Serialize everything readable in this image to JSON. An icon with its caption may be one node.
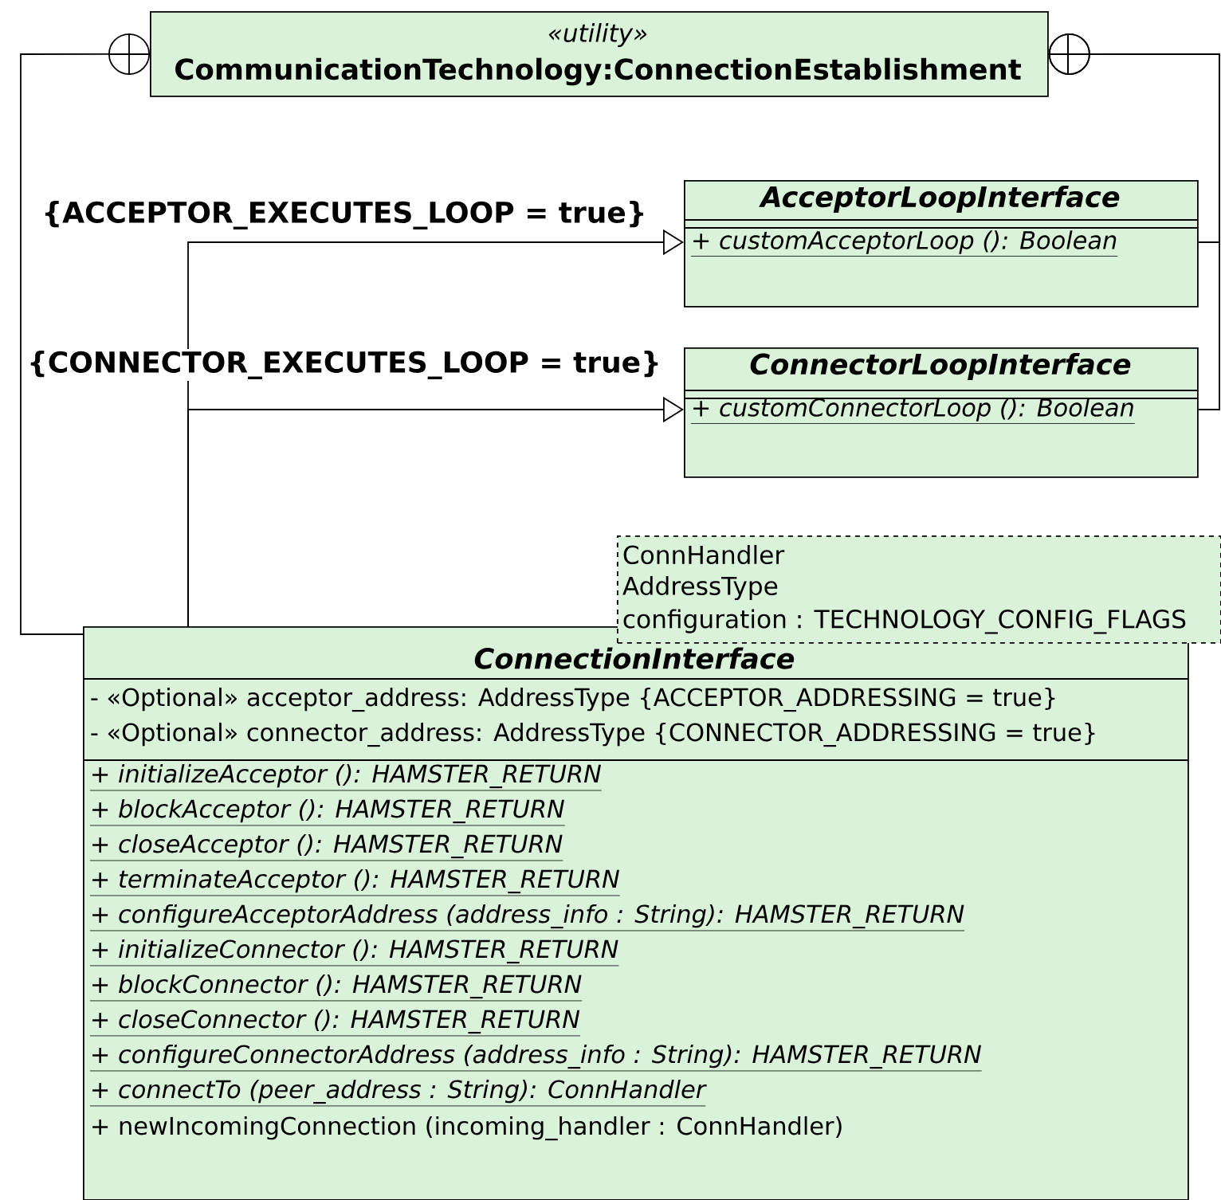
{
  "diagram": {
    "nodes": [
      {
        "text": [
          "«utility»",
          "CommunicationTechnology:ConnectionEstablishment"
        ]
      },
      {
        "text": [
          "AcceptorLoopInterface",
          "+ customAcceptorLoop (): Boolean"
        ]
      },
      {
        "text": [
          "ConnectorLoopInterface",
          "+ customConnectorLoop (): Boolean"
        ]
      },
      {
        "text": [
          "ConnectionInterface",
          "- «Optional» acceptor_address: AddressType {ACCEPTOR_ADDRESSING = true}",
          "- «Optional» connector_address: AddressType {CONNECTOR_ADDRESSING = true}",
          "+ initializeAcceptor (): HAMSTER_RETURN",
          "+ blockAcceptor (): HAMSTER_RETURN",
          "+ closeAcceptor (): HAMSTER_RETURN",
          "+ terminateAcceptor (): HAMSTER_RETURN",
          "+ configureAcceptorAddress (address_info : String): HAMSTER_RETURN",
          "+ initializeConnector (): HAMSTER_RETURN",
          "+ blockConnector (): HAMSTER_RETURN",
          "+ closeConnector (): HAMSTER_RETURN",
          "+ configureConnectorAddress (address_info : String): HAMSTER_RETURN",
          "+ connectTo (peer_address : String): ConnHandler",
          "+ newIncomingConnection (incoming_handler : ConnHandler)"
        ]
      },
      {
        "text": [
          "ConnHandler",
          "AddressType",
          "configuration : TECHNOLOGY_CONFIG_FLAGS"
        ]
      }
    ],
    "edges": [
      {
        "from": 0,
        "to": 3,
        "arrow": "other"
      },
      {
        "from": 0,
        "to": 1,
        "arrow": "other"
      },
      {
        "from": 0,
        "to": 2,
        "arrow": "other"
      },
      {
        "from": 3,
        "to": 1,
        "arrow": "to",
        "label": "{ACCEPTOR_EXECUTES_LOOP = true}"
      },
      {
        "from": 3,
        "to": 2,
        "arrow": "to",
        "label": "{CONNECTOR_EXECUTES_LOOP = true}"
      }
    ]
  }
}
